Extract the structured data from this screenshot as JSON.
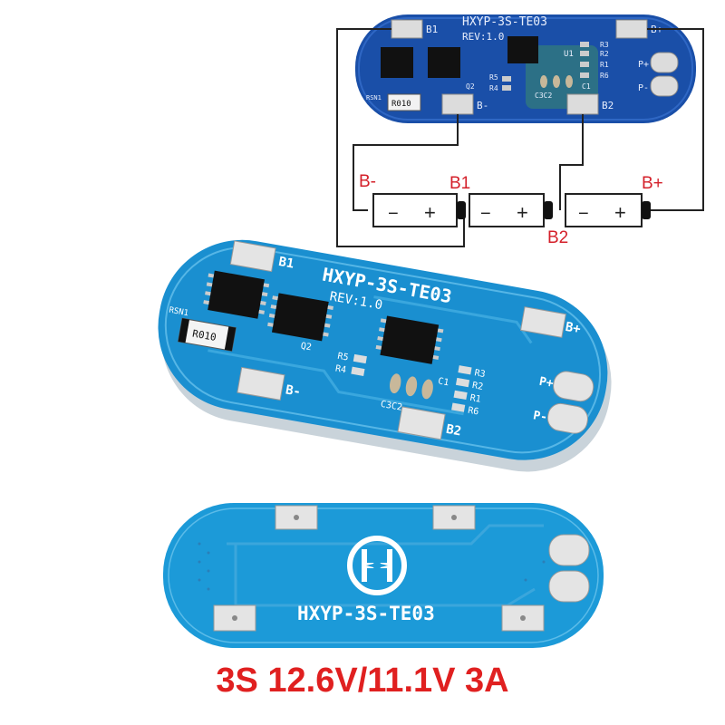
{
  "colors": {
    "pcb_top": "#1a4fa8",
    "pcb_main": "#1a8fd0",
    "pcb_back": "#1c9ad8",
    "pad": "#dcdcdc",
    "wire": "#222222",
    "label_red": "#d4202a",
    "caption": "#e02020"
  },
  "board_top": {
    "title": "HXYP-3S-TE03",
    "revision": "REV:1.0",
    "labels": {
      "b1": "B1",
      "b_minus": "B-",
      "b2": "B2",
      "b_plus": "B+",
      "p_plus": "P+",
      "p_minus": "P-",
      "resistor": "R010",
      "rsn": "RSN1",
      "u1": "U1",
      "q2": "Q2",
      "caps": "C3C2",
      "r3": "R3",
      "r2": "R2",
      "r1": "R1",
      "r6": "R6",
      "r5": "R5",
      "r4": "R4",
      "c1": "C1"
    }
  },
  "wiring": {
    "b_minus": "B-",
    "b1": "B1",
    "b2": "B2",
    "b_plus": "B+",
    "cell_minus": "−",
    "cell_plus": "+"
  },
  "board_main": {
    "title": "HXYP-3S-TE03",
    "revision": "REV:1.0",
    "labels": {
      "b1": "B1",
      "b_minus": "B-",
      "b2": "B2",
      "b_plus": "B+",
      "p_plus": "P+",
      "p_minus": "P-",
      "resistor": "R010",
      "rsn": "RSN1",
      "q2": "Q2",
      "caps": "C3C2",
      "r3": "R3",
      "r2": "R2",
      "r1": "R1",
      "r6": "R6",
      "r5": "R5",
      "r4": "R4",
      "c1": "C1"
    }
  },
  "board_back": {
    "title": "HXYP-3S-TE03",
    "logo": "logo-icon"
  },
  "caption": "3S 12.6V/11.1V 3A"
}
